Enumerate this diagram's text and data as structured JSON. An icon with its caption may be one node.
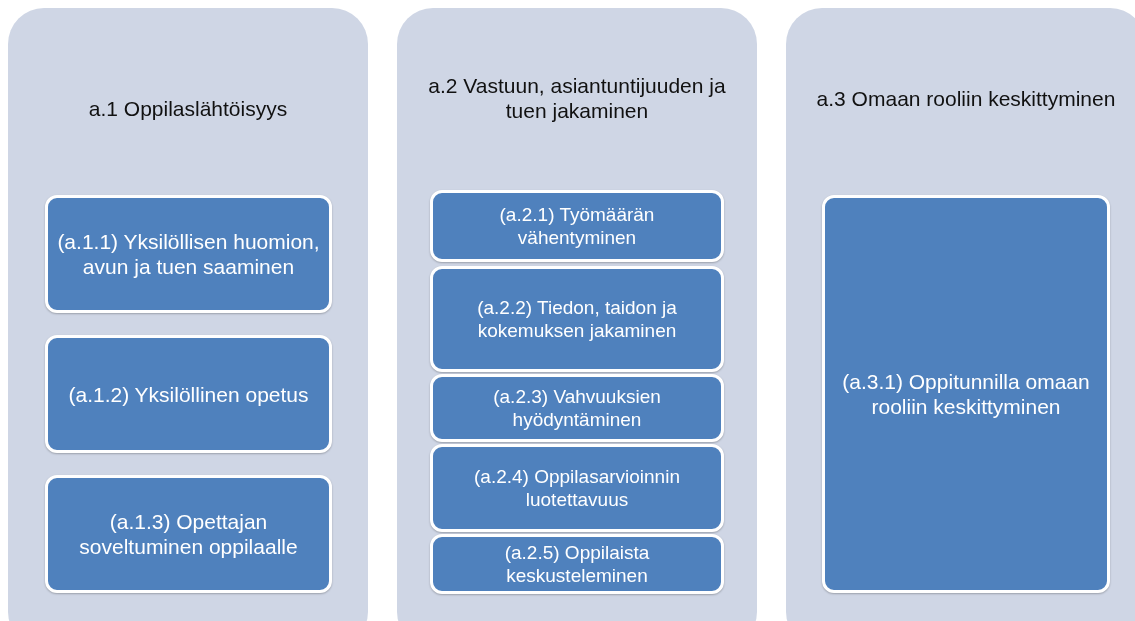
{
  "diagram": {
    "nodes": [
      {
        "text": [
          "a.1 Oppilaslähtöisyys"
        ]
      },
      {
        "text": [
          "(a.1.1) Yksilöllisen huomion, avun ja tuen saaminen"
        ],
        "in": 0
      },
      {
        "text": [
          "(a.1.2) Yksilöllinen opetus"
        ],
        "in": 0
      },
      {
        "text": [
          "(a.1.3) Opettajan soveltuminen oppilaalle"
        ],
        "in": 0
      },
      {
        "text": [
          "a.2 Vastuun, asiantuntijuuden ja tuen jakaminen"
        ]
      },
      {
        "text": [
          "(a.2.1) Työmäärän vähentyminen"
        ],
        "in": 4
      },
      {
        "text": [
          "(a.2.2) Tiedon, taidon ja kokemuksen jakaminen"
        ],
        "in": 4
      },
      {
        "text": [
          "(a.2.3) Vahvuuksien hyödyntäminen"
        ],
        "in": 4
      },
      {
        "text": [
          "(a.2.4) Oppilasarvioinnin luotettavuus"
        ],
        "in": 4
      },
      {
        "text": [
          "(a.2.5) Oppilaista keskusteleminen"
        ],
        "in": 4
      },
      {
        "text": [
          "a.3 Omaan rooliin keskittyminen"
        ]
      },
      {
        "text": [
          "(a.3.1) Oppitunnilla omaan rooliin keskittyminen"
        ],
        "in": 10
      }
    ]
  }
}
